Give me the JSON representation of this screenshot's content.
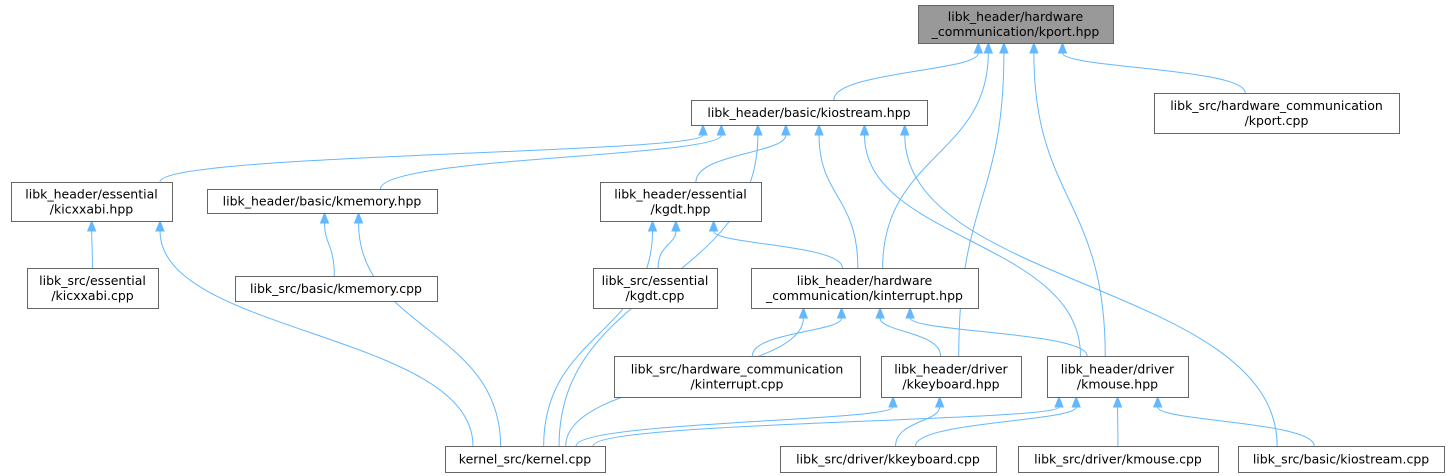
{
  "nodes": [
    {
      "id": "kport_hpp",
      "lines": [
        "libk_header/hardware",
        "_communication/kport.hpp"
      ],
      "root": true
    },
    {
      "id": "kiostream_hpp",
      "lines": [
        "libk_header/basic/kiostream.hpp"
      ]
    },
    {
      "id": "kport_cpp",
      "lines": [
        "libk_src/hardware_communication",
        "/kport.cpp"
      ]
    },
    {
      "id": "kicxxabi_hpp",
      "lines": [
        "libk_header/essential",
        "/kicxxabi.hpp"
      ]
    },
    {
      "id": "kmemory_hpp",
      "lines": [
        "libk_header/basic/kmemory.hpp"
      ]
    },
    {
      "id": "kgdt_hpp",
      "lines": [
        "libk_header/essential",
        "/kgdt.hpp"
      ]
    },
    {
      "id": "kicxxabi_cpp",
      "lines": [
        "libk_src/essential",
        "/kicxxabi.cpp"
      ]
    },
    {
      "id": "kmemory_cpp",
      "lines": [
        "libk_src/basic/kmemory.cpp"
      ]
    },
    {
      "id": "kgdt_cpp",
      "lines": [
        "libk_src/essential",
        "/kgdt.cpp"
      ]
    },
    {
      "id": "kinterrupt_hpp",
      "lines": [
        "libk_header/hardware",
        "_communication/kinterrupt.hpp"
      ]
    },
    {
      "id": "kinterrupt_cpp",
      "lines": [
        "libk_src/hardware_communication",
        "/kinterrupt.cpp"
      ]
    },
    {
      "id": "kkeyboard_hpp",
      "lines": [
        "libk_header/driver",
        "/kkeyboard.hpp"
      ]
    },
    {
      "id": "kmouse_hpp",
      "lines": [
        "libk_header/driver",
        "/kmouse.hpp"
      ]
    },
    {
      "id": "kernel_cpp",
      "lines": [
        "kernel_src/kernel.cpp"
      ]
    },
    {
      "id": "kkeyboard_cpp",
      "lines": [
        "libk_src/driver/kkeyboard.cpp"
      ]
    },
    {
      "id": "kmouse_cpp",
      "lines": [
        "libk_src/driver/kmouse.cpp"
      ]
    },
    {
      "id": "kiostream_cpp",
      "lines": [
        "libk_src/basic/kiostream.cpp"
      ]
    }
  ],
  "edges": [
    {
      "from": "kiostream_hpp",
      "to": "kport_hpp"
    },
    {
      "from": "kport_cpp",
      "to": "kport_hpp"
    },
    {
      "from": "kinterrupt_hpp",
      "to": "kport_hpp"
    },
    {
      "from": "kkeyboard_hpp",
      "to": "kport_hpp"
    },
    {
      "from": "kmouse_hpp",
      "to": "kport_hpp"
    },
    {
      "from": "kicxxabi_hpp",
      "to": "kiostream_hpp"
    },
    {
      "from": "kmemory_hpp",
      "to": "kiostream_hpp"
    },
    {
      "from": "kgdt_hpp",
      "to": "kiostream_hpp"
    },
    {
      "from": "kinterrupt_hpp",
      "to": "kiostream_hpp"
    },
    {
      "from": "kmouse_hpp",
      "to": "kiostream_hpp"
    },
    {
      "from": "kernel_cpp",
      "to": "kiostream_hpp"
    },
    {
      "from": "kiostream_cpp",
      "to": "kiostream_hpp"
    },
    {
      "from": "kicxxabi_cpp",
      "to": "kicxxabi_hpp"
    },
    {
      "from": "kernel_cpp",
      "to": "kicxxabi_hpp"
    },
    {
      "from": "kmemory_cpp",
      "to": "kmemory_hpp"
    },
    {
      "from": "kernel_cpp",
      "to": "kmemory_hpp"
    },
    {
      "from": "kgdt_cpp",
      "to": "kgdt_hpp"
    },
    {
      "from": "kinterrupt_hpp",
      "to": "kgdt_hpp"
    },
    {
      "from": "kernel_cpp",
      "to": "kgdt_hpp"
    },
    {
      "from": "kinterrupt_cpp",
      "to": "kinterrupt_hpp"
    },
    {
      "from": "kkeyboard_hpp",
      "to": "kinterrupt_hpp"
    },
    {
      "from": "kmouse_hpp",
      "to": "kinterrupt_hpp"
    },
    {
      "from": "kernel_cpp",
      "to": "kinterrupt_hpp"
    },
    {
      "from": "kernel_cpp",
      "to": "kkeyboard_hpp"
    },
    {
      "from": "kkeyboard_cpp",
      "to": "kkeyboard_hpp"
    },
    {
      "from": "kernel_cpp",
      "to": "kmouse_hpp"
    },
    {
      "from": "kkeyboard_cpp",
      "to": "kmouse_hpp"
    },
    {
      "from": "kmouse_cpp",
      "to": "kmouse_hpp"
    },
    {
      "from": "kiostream_cpp",
      "to": "kmouse_hpp"
    }
  ],
  "colors": {
    "edge": "#63b8ff",
    "node_border": "#666666",
    "node_fill": "#ffffff",
    "root_fill": "#999999"
  }
}
